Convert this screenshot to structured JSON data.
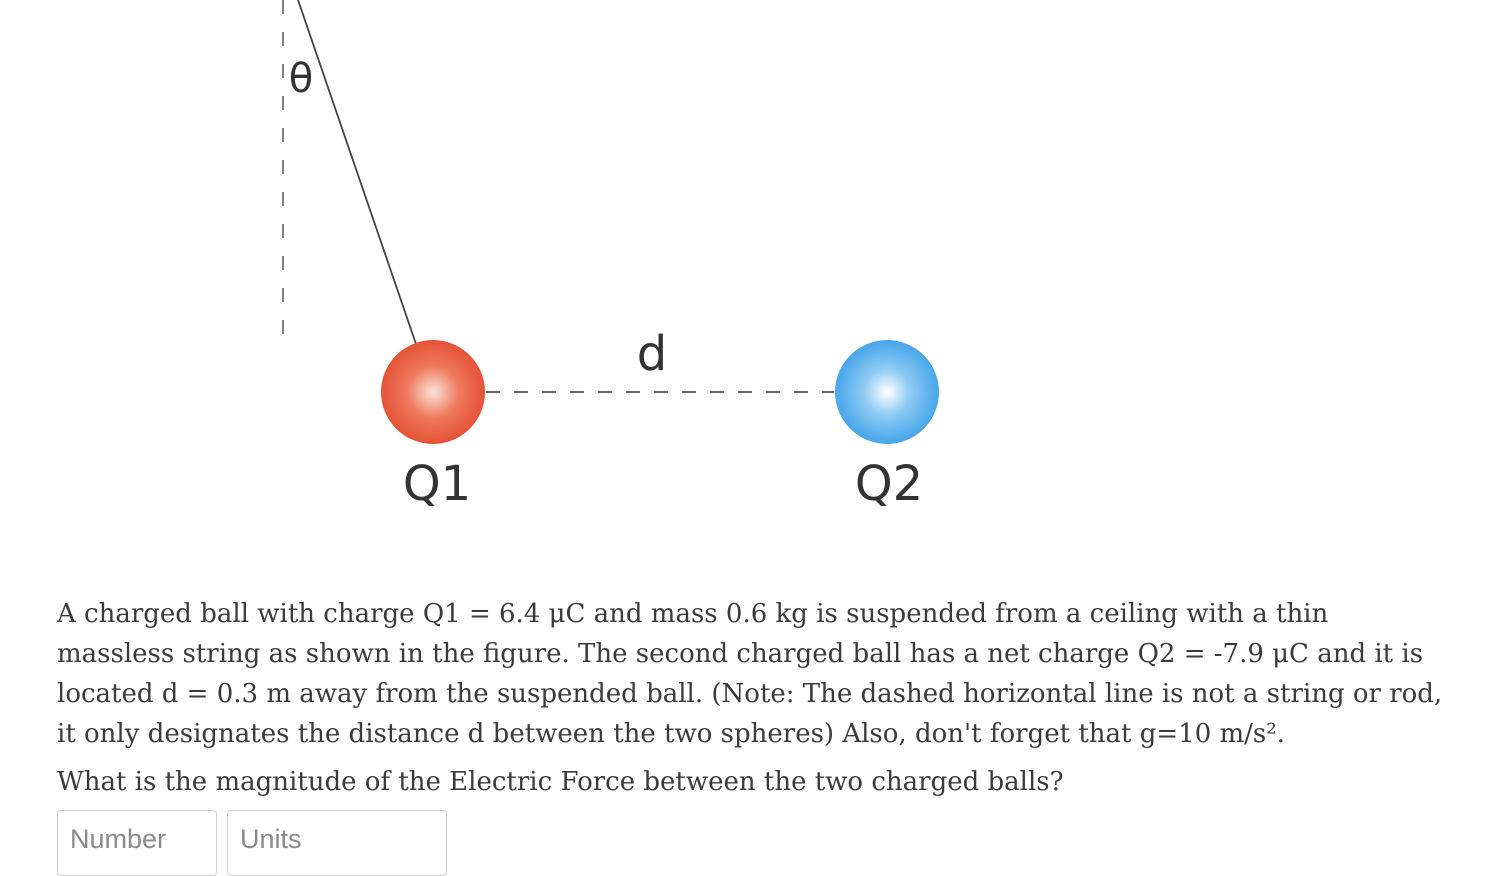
{
  "figure": {
    "angle_label": "θ",
    "distance_label": "d",
    "charge1_label": "Q1",
    "charge2_label": "Q2",
    "charge1_color": "#e8553a",
    "charge2_color": "#3aa4ea"
  },
  "problem": {
    "text": "A charged ball with charge Q1 = 6.4 μC and mass 0.6 kg is suspended from a ceiling with a thin massless string as shown in the figure. The second charged ball has a net charge Q2 = -7.9 μC and it is located d = 0.3 m away from the suspended ball. (Note: The dashed horizontal line is not a string or rod, it only designates the distance d between the two spheres) Also, don't forget that g=10 m/s².",
    "question": "What is the magnitude of the Electric Force between the two charged balls?"
  },
  "answer": {
    "number_placeholder": "Number",
    "number_value": "",
    "units_placeholder": "Units",
    "units_value": ""
  }
}
